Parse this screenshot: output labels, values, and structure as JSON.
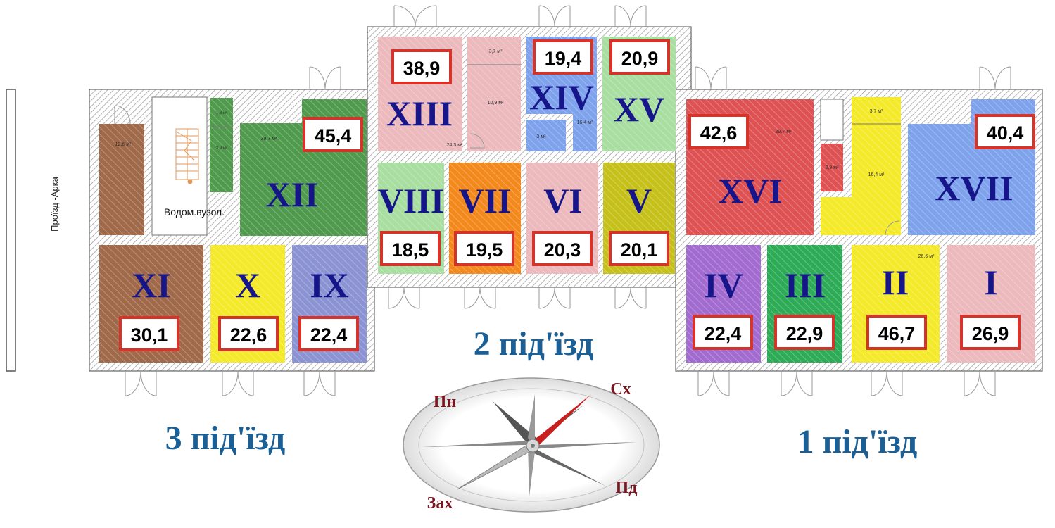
{
  "side_label": "Проїзд -Арка",
  "utility_room": "Водом.вузол.",
  "entrances": [
    "3 під'їзд",
    "2 під'їзд",
    "1 під'їзд"
  ],
  "compass": {
    "north": "Пн",
    "east": "Сх",
    "south": "Пд",
    "west": "Зах"
  },
  "colors": {
    "brown": "#a0694a",
    "dark_green": "#4f9a4c",
    "yellow": "#f4ea2a",
    "lavender": "#8c93d3",
    "light_pink": "#ecb9bd",
    "blue": "#7ea2ec",
    "light_green": "#a8dea0",
    "orange": "#f3891c",
    "olive": "#c6c11a",
    "red": "#de5254",
    "purple": "#a26bd0",
    "green": "#2eab57",
    "area_box_border": "#d6332b",
    "numeral_text": "#16168a",
    "entrance_text": "#1a5f96",
    "compass_text": "#7a1620"
  },
  "units": [
    {
      "numeral": "I",
      "area": "26,9"
    },
    {
      "numeral": "II",
      "area": "46,7"
    },
    {
      "numeral": "III",
      "area": "22,9"
    },
    {
      "numeral": "IV",
      "area": "22,4"
    },
    {
      "numeral": "V",
      "area": "20,1"
    },
    {
      "numeral": "VI",
      "area": "20,3"
    },
    {
      "numeral": "VII",
      "area": "19,5"
    },
    {
      "numeral": "VIII",
      "area": "18,5"
    },
    {
      "numeral": "IX",
      "area": "22,4"
    },
    {
      "numeral": "X",
      "area": "22,6"
    },
    {
      "numeral": "XI",
      "area": "30,1"
    },
    {
      "numeral": "XII",
      "area": "45,4"
    },
    {
      "numeral": "XIII",
      "area": "38,9"
    },
    {
      "numeral": "XIV",
      "area": "19,4"
    },
    {
      "numeral": "XV",
      "area": "20,9"
    },
    {
      "numeral": "XVI",
      "area": "42,6"
    },
    {
      "numeral": "XVII",
      "area": "40,4"
    }
  ],
  "sub_areas": {
    "brown_room": "12,6 м²",
    "stair_small_a": "1,8 м²",
    "stair_small_b": "3,9 м²",
    "xii_room": "39,7 м²",
    "xiii_a": "3,7 м²",
    "xiii_b": "10,9 м²",
    "xiii_c": "24,3 м²",
    "xiv_a": "3 м²",
    "xiv_b": "16,4 м²",
    "xvi_room": "39,7 м²",
    "xvi_small": "2,9 м²",
    "ii_a": "3,7 м²",
    "ii_b": "16,4 м²",
    "ii_c": "26,6 м²"
  }
}
